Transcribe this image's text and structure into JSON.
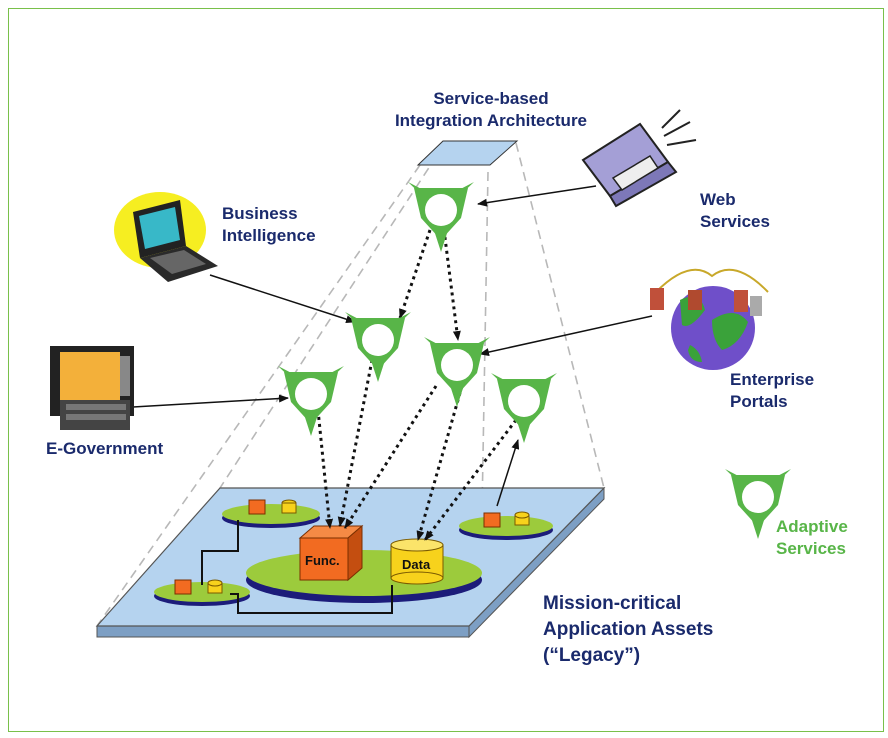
{
  "labels": {
    "architecture": [
      "Service-based",
      "Integration Architecture"
    ],
    "business_intelligence": [
      "Business",
      "Intelligence"
    ],
    "web_services": [
      "Web",
      "Services"
    ],
    "enterprise_portals": [
      "Enterprise",
      "Portals"
    ],
    "e_government": "E-Government",
    "adaptive_services": [
      "Adaptive",
      "Services"
    ],
    "assets": [
      "Mission-critical",
      "Application Assets",
      "(“Legacy”)"
    ],
    "func": "Func.",
    "data": "Data"
  },
  "colors": {
    "frame": "#79c04a",
    "label_text": "#1a2a6c",
    "adaptive_green": "#58b548",
    "platform": "#b5d3ef",
    "ellipse_green": "#9ccb3c",
    "ellipse_shadow": "#1c1c7a",
    "func_box": "#f26b21",
    "data_cylinder": "#f7d21c"
  },
  "icons": [
    "laptop-icon",
    "computer-terminal-icon",
    "globe-icon",
    "adaptive-service-icon"
  ]
}
